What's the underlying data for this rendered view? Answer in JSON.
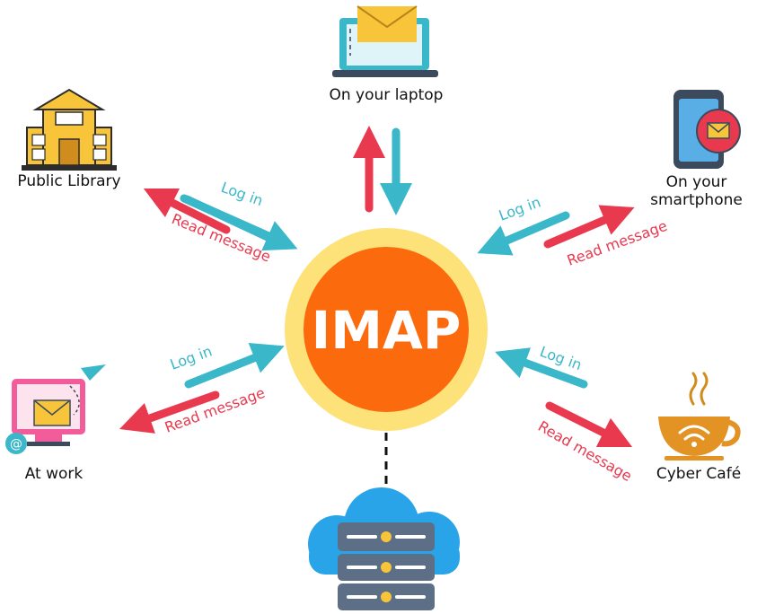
{
  "hub": {
    "label": "IMAP"
  },
  "nodes": {
    "laptop": {
      "label": "On your laptop"
    },
    "library": {
      "label": "Public Library"
    },
    "smartphone": {
      "label_line1": "On your",
      "label_line2": "smartphone"
    },
    "work": {
      "label": "At work"
    },
    "cafe": {
      "label": "Cyber Café"
    }
  },
  "arrows": {
    "login": "Log in",
    "read": "Read message"
  },
  "colors": {
    "login_arrow": "#3ab7c9",
    "read_arrow": "#e8394f",
    "hub_core": "#fb6a0c",
    "hub_ring": "#fde27a",
    "server_cloud": "#2aa4e9",
    "server_box": "#5d6f87"
  }
}
